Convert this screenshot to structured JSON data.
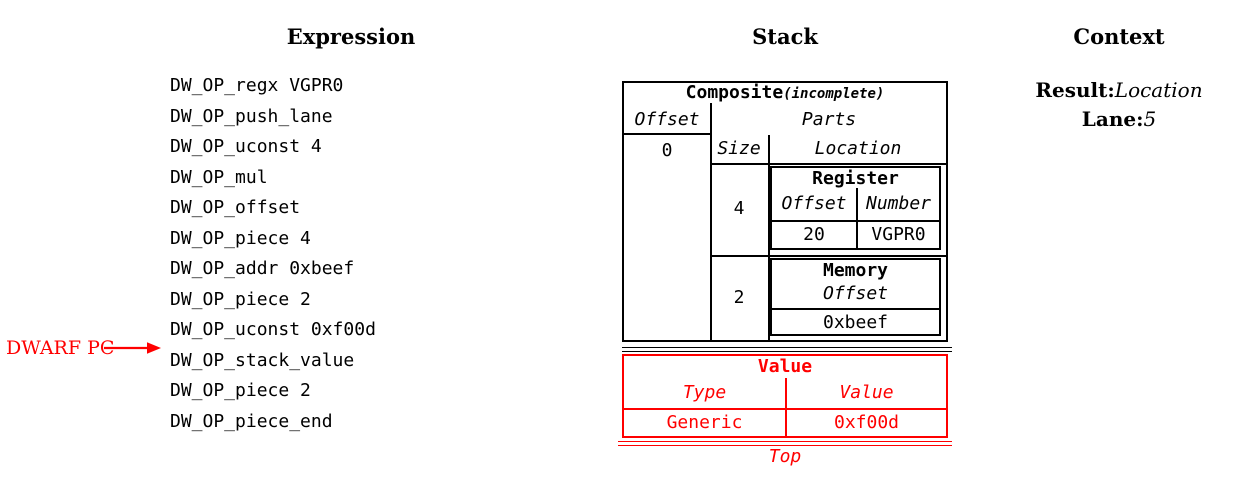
{
  "headers": {
    "expression": "Expression",
    "stack": "Stack",
    "context": "Context"
  },
  "expression": {
    "pc_label": "DWARF PC",
    "ops": [
      "DW_OP_regx VGPR0",
      "DW_OP_push_lane",
      "DW_OP_uconst 4",
      "DW_OP_mul",
      "DW_OP_offset",
      "DW_OP_piece 4",
      "DW_OP_addr 0xbeef",
      "DW_OP_piece 2",
      "DW_OP_uconst 0xf00d",
      "DW_OP_stack_value",
      "DW_OP_piece 2",
      "DW_OP_piece_end"
    ]
  },
  "stack": {
    "composite": {
      "title": "Composite",
      "note": "(incomplete)",
      "offset_header": "Offset",
      "parts_header": "Parts",
      "offset_value": "0",
      "size_header": "Size",
      "location_header": "Location",
      "parts": [
        {
          "size": "4",
          "location": {
            "title": "Register",
            "columns": [
              "Offset",
              "Number"
            ],
            "values": [
              "20",
              "VGPR0"
            ]
          }
        },
        {
          "size": "2",
          "location": {
            "title": "Memory",
            "columns": [
              "Offset"
            ],
            "values": [
              "0xbeef"
            ]
          }
        }
      ]
    },
    "value_entry": {
      "title": "Value",
      "columns": [
        "Type",
        "Value"
      ],
      "values": [
        "Generic",
        "0xf00d"
      ]
    },
    "top_label": "Top"
  },
  "context": {
    "result_label": "Result:",
    "result_value": "Location",
    "lane_label": "Lane:",
    "lane_value": "5"
  },
  "colors": {
    "highlight_red": "#ff0000",
    "ink": "#000000",
    "background": "#ffffff"
  }
}
